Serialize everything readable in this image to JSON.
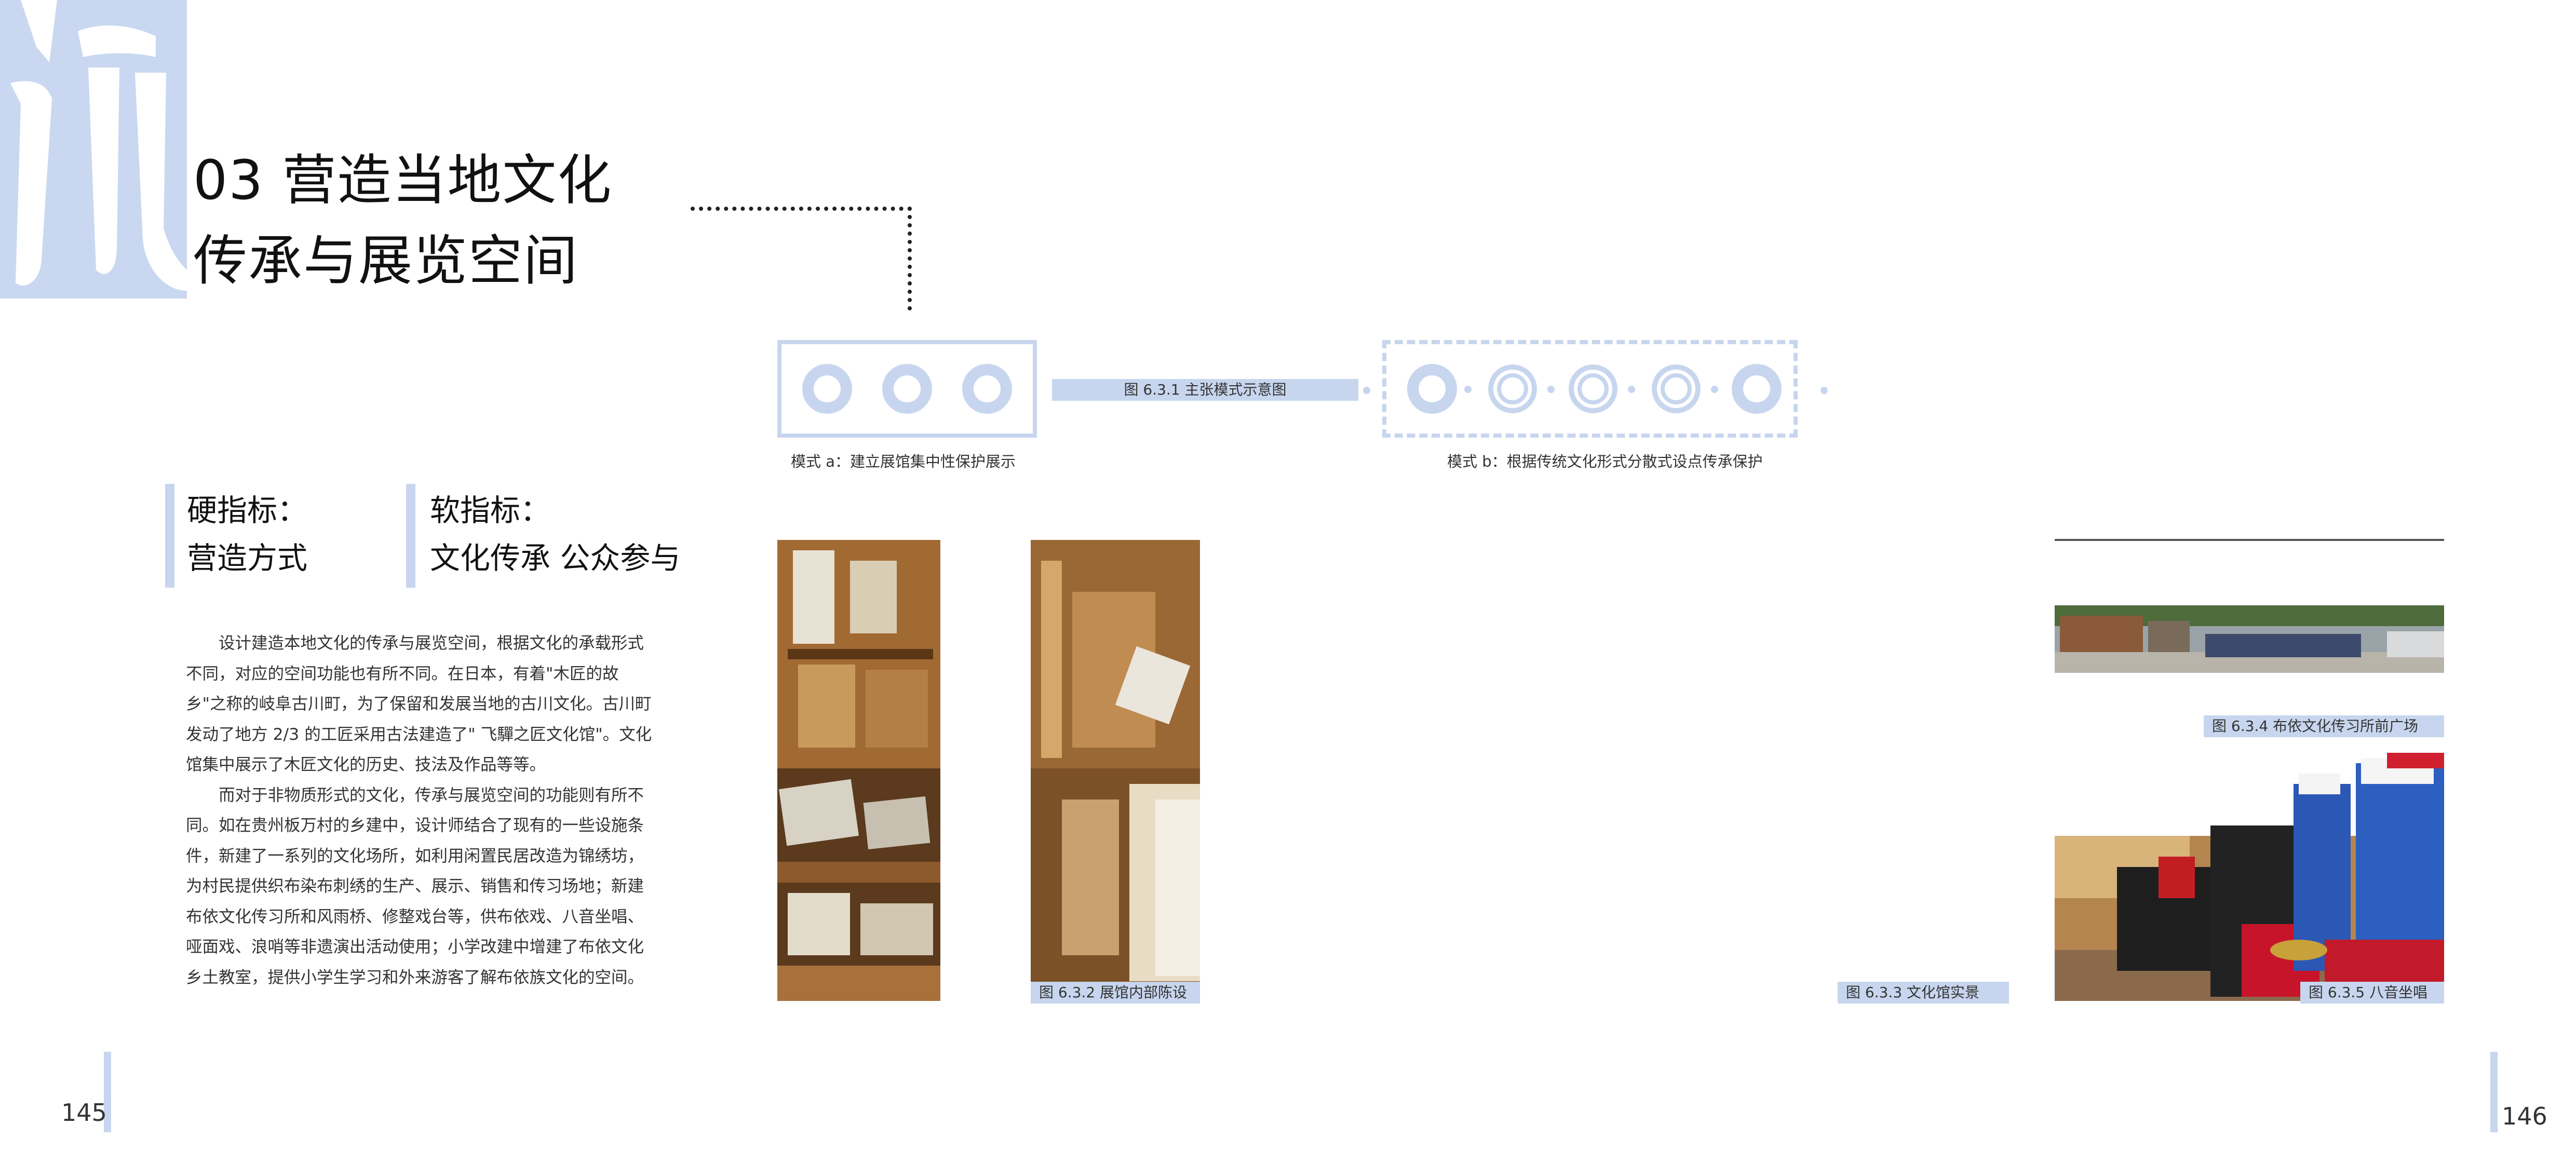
{
  "section": {
    "title_line1": "03 营造当地文化",
    "title_line2": "传承与展览空间"
  },
  "diagram": {
    "mode_a_caption": "模式 a：建立展馆集中性保护展示",
    "mode_b_caption": "模式 b：根据传统文化形式分散式设点传承保护",
    "figure_caption": "图 6.3.1  主张模式示意图",
    "accent_color": "#c7d6ee"
  },
  "indicators": {
    "hard_label": "硬指标：",
    "hard_value": "营造方式",
    "soft_label": "软指标：",
    "soft_value": "文化传承  公众参与"
  },
  "body": {
    "paragraph1": "设计建造本地文化的传承与展览空间，根据文化的承载形式不同，对应的空间功能也有所不同。在日本，有着\"木匠的故乡\"之称的岐阜古川町，为了保留和发展当地的古川文化。古川町发动了地方 2/3 的工匠采用古法建造了\" 飞驒之匠文化馆\"。文化馆集中展示了木匠文化的历史、技法及作品等等。",
    "paragraph2": "而对于非物质形式的文化，传承与展览空间的功能则有所不同。如在贵州板万村的乡建中，设计师结合了现有的一些设施条件，新建了一系列的文化场所，如利用闲置民居改造为锦绣坊，为村民提供织布染布刺绣的生产、展示、销售和传习场地；新建布依文化传习所和风雨桥、修整戏台等，供布依戏、八音坐唱、哑面戏、浪哨等非遗演出活动使用；小学改建中增建了布依文化乡土教室，提供小学生学习和外来游客了解布依族文化的空间。"
  },
  "figures": {
    "fig_632": "图 6.3.2   展馆内部陈设",
    "fig_633": "图 6.3.3  文化馆实景",
    "fig_634": "图 6.3.4   布依文化传习所前广场",
    "fig_635": "图 6.3.5   八音坐唱"
  },
  "pages": {
    "left": "145",
    "right": "146"
  }
}
